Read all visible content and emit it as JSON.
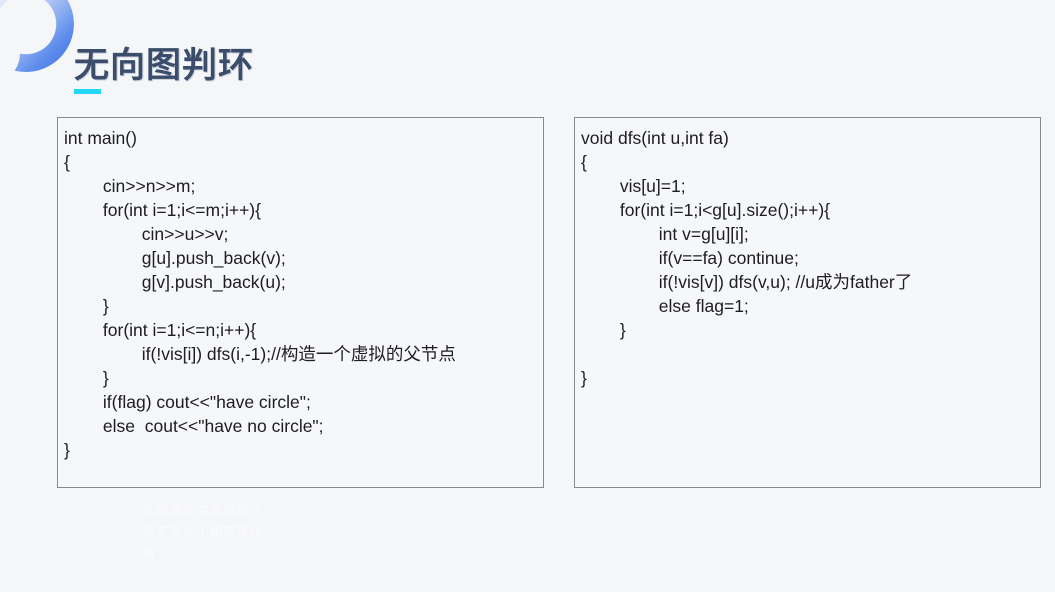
{
  "slide": {
    "title": "无向图判环",
    "background_color": "#f5f6f8",
    "title_color": "#3c4d6b",
    "accent_color": "#21d9f7",
    "deco_gradient_from": "#ffffff",
    "deco_gradient_to": "#3f72e0"
  },
  "code_left": {
    "name": "main-function",
    "text": "int main()\n{\n        cin>>n>>m;\n        for(int i=1;i<=m;i++){\n                cin>>u>>v;\n                g[u].push_back(v);\n                g[v].push_back(u);\n        }\n        for(int i=1;i<=n;i++){\n                if(!vis[i]) dfs(i,-1);//构造一个虚拟的父节点\n        }\n        if(flag) cout<<\"have circle\";\n        else  cout<<\"have no circle\";\n}"
  },
  "code_right": {
    "name": "dfs-function",
    "text": "void dfs(int u,int fa)\n{\n        vis[u]=1;\n        for(int i=1;i<g[u].size();i++){\n                int v=g[u][i];\n                if(v==fa) continue;\n                if(!vis[v]) dfs(v,u); //u成为father了\n                else flag=1;\n        }\n\n}"
  },
  "watermark": {
    "text": "此处添加文本标题注意文字大小和文字段落"
  }
}
